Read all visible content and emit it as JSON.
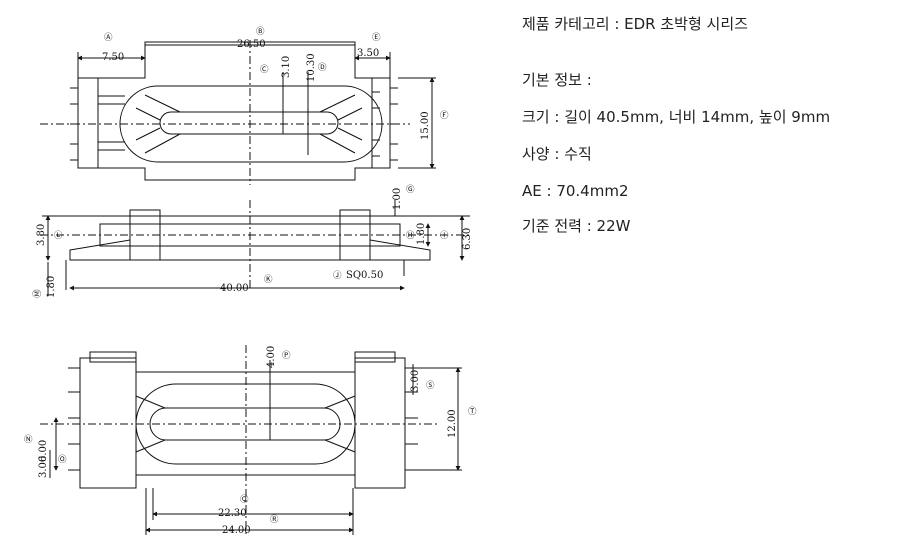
{
  "spec": {
    "category": "제품 카테고리 : EDR 초박형 시리즈",
    "basic_info": "기본 정보 :",
    "size": "크기 : 길이 40.5mm, 너비 14mm, 높이 9mm",
    "type": "사양 : 수직",
    "ae": "AE : 70.4mm2",
    "power": "기준 전력 : 22W"
  },
  "dimensions": {
    "d7_50": "7.50",
    "d26_50": "26.50",
    "d3_50": "3.50",
    "d3_10": "3.10",
    "d10_30": "10.30",
    "d15_00": "15.00",
    "d1_00": "1.00",
    "d3_80": "3.80",
    "d1_80_side": "1.80",
    "d6_30": "6.30",
    "sq0_50": "SQ0.50",
    "d40_00": "40.00",
    "d1_80_bottom": "1.80",
    "d4_00": "4.00",
    "d3_00_right": "3.00",
    "d12_00": "12.00",
    "d6_00": "6.00",
    "d3_00_left": "3.00",
    "d22_30": "22.30",
    "d24_00": "24.00"
  },
  "markers": {
    "A": "Ⓐ",
    "B": "Ⓑ",
    "C": "Ⓒ",
    "D": "Ⓓ",
    "E": "Ⓔ",
    "F": "Ⓕ",
    "G": "Ⓖ",
    "H": "Ⓗ",
    "I": "Ⓘ",
    "J": "Ⓙ",
    "K": "Ⓚ",
    "L": "Ⓛ",
    "M": "Ⓜ",
    "N": "Ⓝ",
    "O": "Ⓞ",
    "P": "Ⓟ",
    "Q": "Ⓠ",
    "R": "Ⓡ",
    "S": "Ⓢ",
    "T": "Ⓣ"
  }
}
